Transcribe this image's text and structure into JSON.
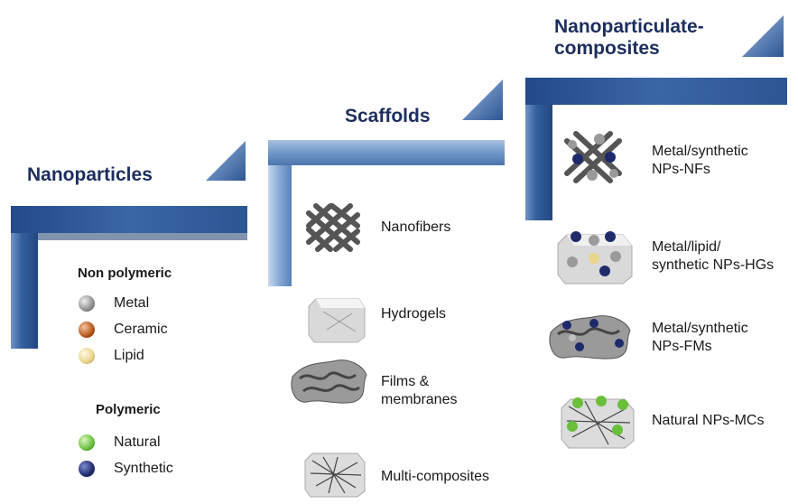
{
  "colors": {
    "title": "#1c2e5e",
    "step_dark": "#2c5593",
    "step_mid": "#5e86bd",
    "step_light": "#c6d7ee",
    "metal": "#9a9a9a",
    "ceramic": "#b5561d",
    "lipid": "#e8d48a",
    "natural": "#6abf3d",
    "synthetic": "#1f2a6b"
  },
  "col1": {
    "title": "Nanoparticles",
    "non_polymeric": {
      "heading": "Non polymeric",
      "items": [
        {
          "label": "Metal",
          "icon": "metal-sphere-icon"
        },
        {
          "label": "Ceramic",
          "icon": "ceramic-sphere-icon"
        },
        {
          "label": "Lipid",
          "icon": "lipid-sphere-icon"
        }
      ]
    },
    "polymeric": {
      "heading": "Polymeric",
      "items": [
        {
          "label": "Natural",
          "icon": "natural-sphere-icon"
        },
        {
          "label": "Synthetic",
          "icon": "synthetic-sphere-icon"
        }
      ]
    }
  },
  "col2": {
    "title": "Scaffolds",
    "items": [
      {
        "label": "Nanofibers",
        "icon": "nanofiber-mesh-icon"
      },
      {
        "label": "Hydrogels",
        "icon": "hydrogel-block-icon"
      },
      {
        "label": "Films &\nmembranes",
        "icon": "film-membrane-icon"
      },
      {
        "label": "Multi-composites",
        "icon": "multi-composite-icon"
      }
    ]
  },
  "col3": {
    "title": "Nanoparticulate-\ncomposites",
    "items": [
      {
        "label": "Metal/synthetic\nNPs-NFs",
        "icon": "np-nanofiber-icon"
      },
      {
        "label": "Metal/lipid/\nsynthetic NPs-HGs",
        "icon": "np-hydrogel-icon"
      },
      {
        "label": "Metal/synthetic\nNPs-FMs",
        "icon": "np-film-icon"
      },
      {
        "label": "Natural NPs-MCs",
        "icon": "np-multicomposite-icon"
      }
    ]
  }
}
